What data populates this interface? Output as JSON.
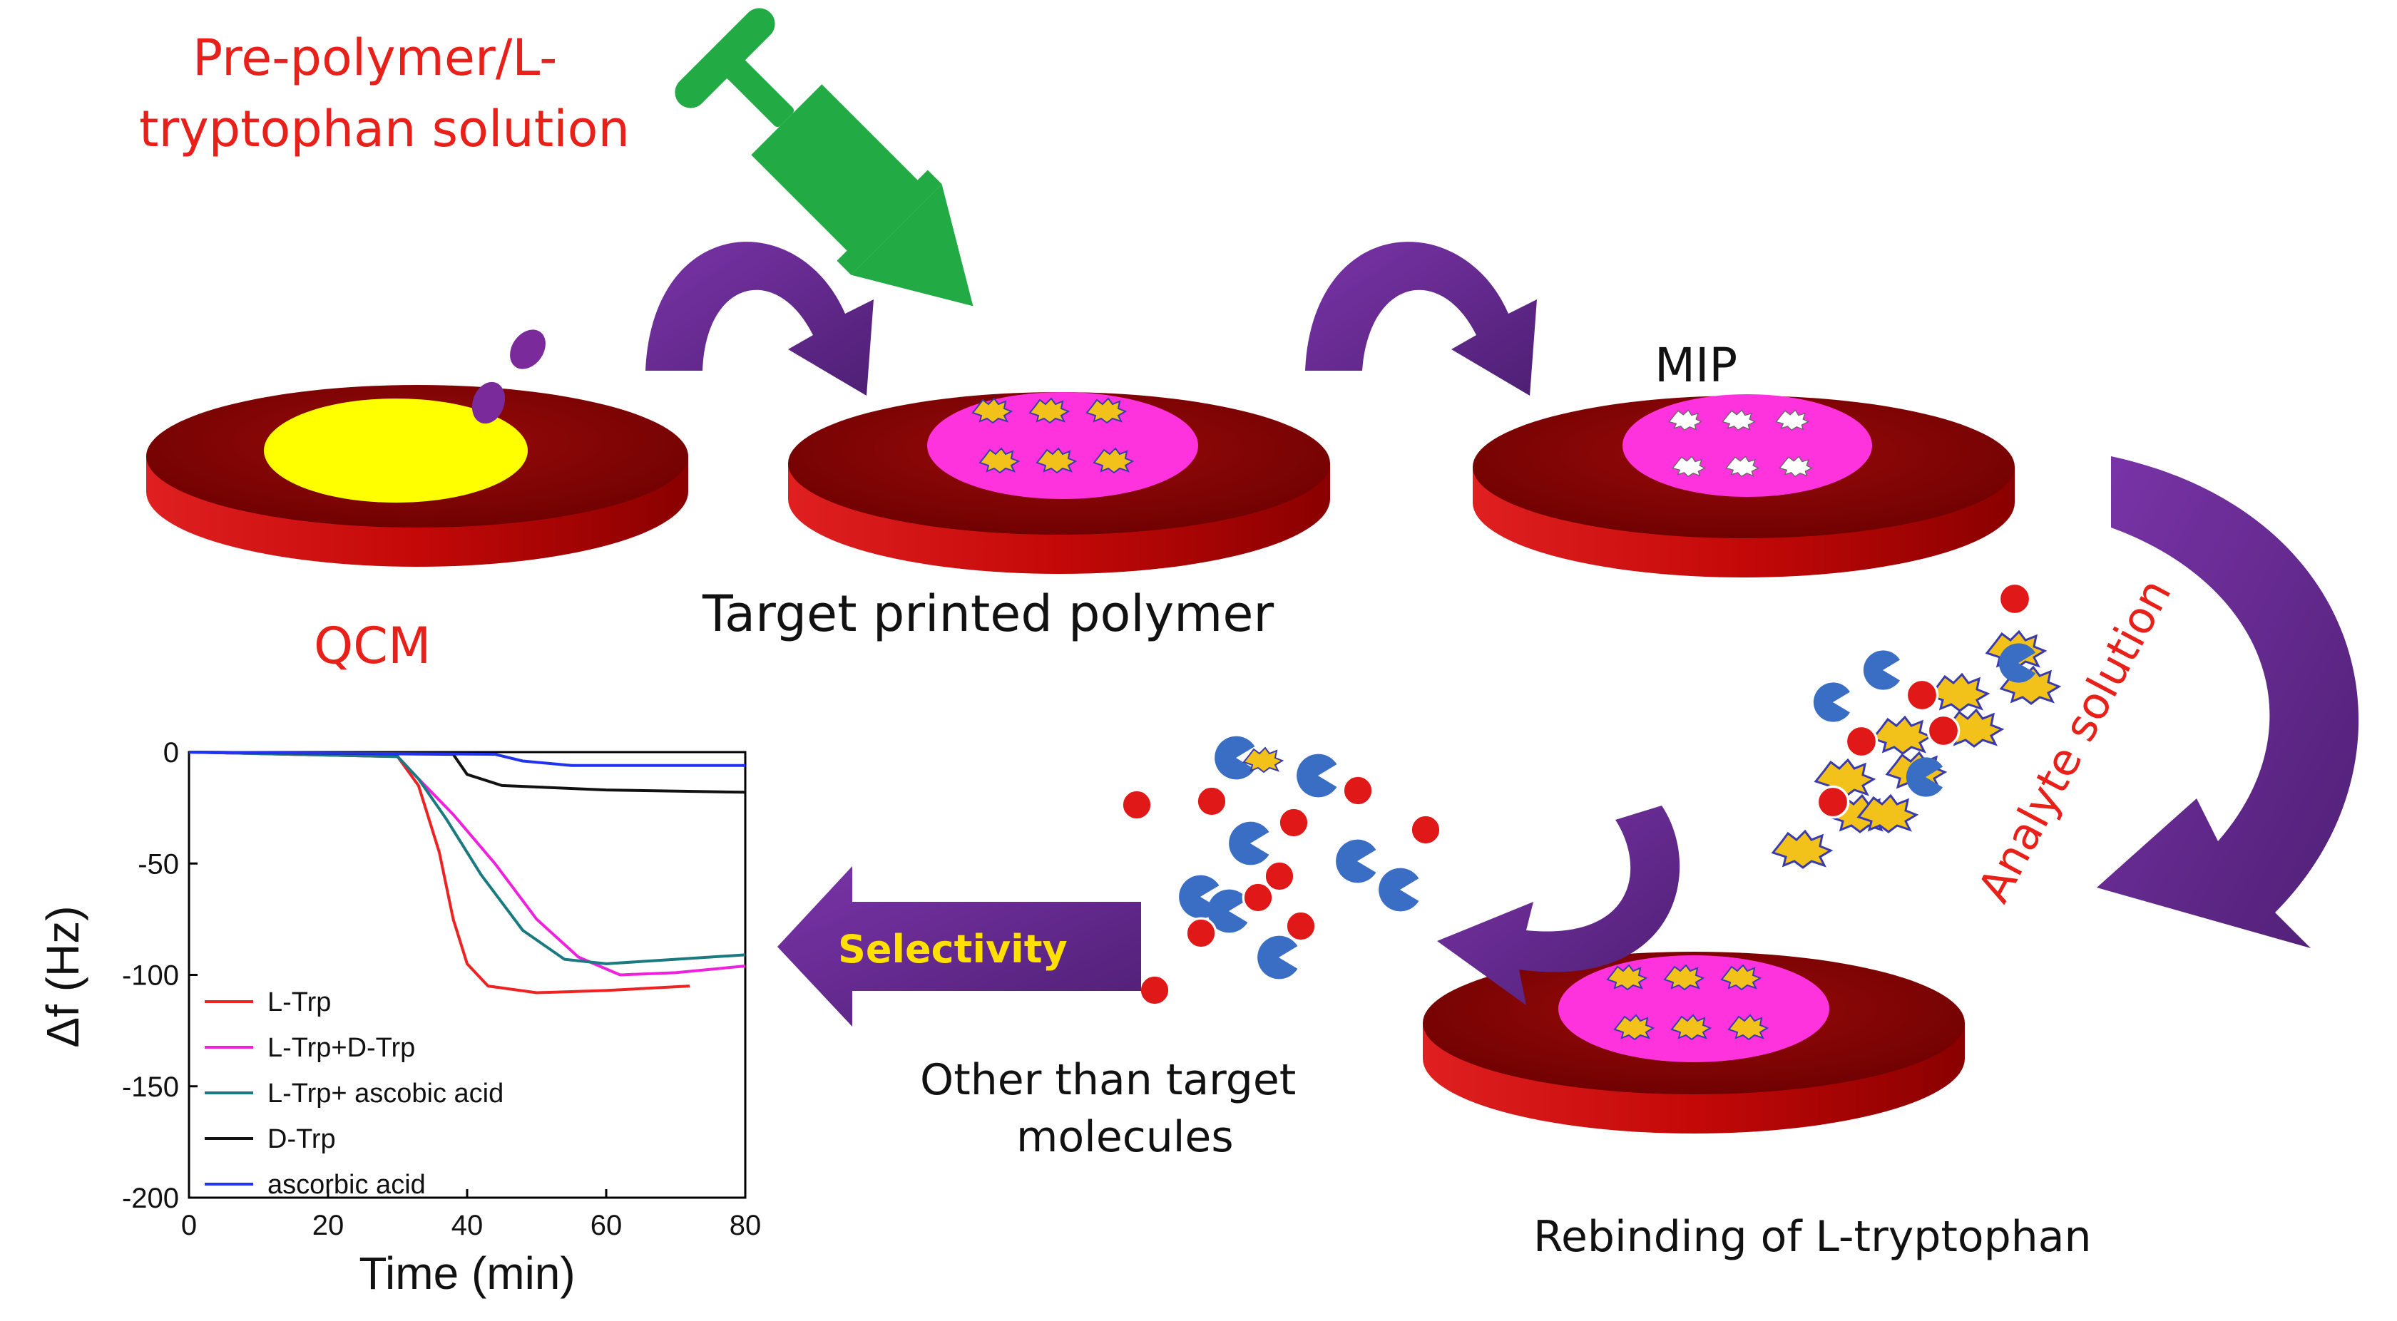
{
  "labels": {
    "prepolymer_line1": "Pre-polymer/L-",
    "prepolymer_line2": "tryptophan solution",
    "qcm": "QCM",
    "target_printed": "Target printed polymer",
    "mip": "MIP",
    "analyte": "Analyte solution",
    "rebinding": "Rebinding of L-tryptophan",
    "other_line1": "Other than target",
    "other_line2": "molecules",
    "selectivity": "Selectivity"
  },
  "colors": {
    "disk": "#8b0000",
    "gold_film": "#ffff00",
    "mip_film": "#ff33dd",
    "arrow": "#6a2c91",
    "syringe": "#22aa44",
    "label_red": "#e8201a"
  },
  "icons": [
    "syringe-icon",
    "curved-arrow-icon",
    "template-molecule-icon",
    "cavity-icon",
    "interferent-molecule-icon"
  ],
  "chart_data": {
    "type": "line",
    "xlabel": "Time (min)",
    "ylabel": "Δf (Hz)",
    "xlim": [
      0,
      80
    ],
    "ylim": [
      -200,
      0
    ],
    "xticks": [
      0,
      20,
      40,
      60,
      80
    ],
    "yticks": [
      0,
      -50,
      -100,
      -150,
      -200
    ],
    "legend_position": "bottom-left",
    "series": [
      {
        "name": "L-Trp",
        "color": "#ee2222",
        "points": [
          [
            0,
            0
          ],
          [
            30,
            -2
          ],
          [
            33,
            -15
          ],
          [
            36,
            -45
          ],
          [
            38,
            -75
          ],
          [
            40,
            -95
          ],
          [
            43,
            -105
          ],
          [
            50,
            -108
          ],
          [
            60,
            -107
          ],
          [
            72,
            -105
          ]
        ]
      },
      {
        "name": "L-Trp+D-Trp",
        "color": "#ee22dd",
        "points": [
          [
            0,
            0
          ],
          [
            30,
            -2
          ],
          [
            33,
            -12
          ],
          [
            38,
            -28
          ],
          [
            44,
            -50
          ],
          [
            50,
            -75
          ],
          [
            56,
            -92
          ],
          [
            62,
            -100
          ],
          [
            70,
            -99
          ],
          [
            80,
            -96
          ]
        ]
      },
      {
        "name": "L-Trp+ ascobic acid",
        "color": "#1a7a80",
        "points": [
          [
            0,
            0
          ],
          [
            30,
            -2
          ],
          [
            33,
            -12
          ],
          [
            37,
            -30
          ],
          [
            42,
            -55
          ],
          [
            48,
            -80
          ],
          [
            54,
            -93
          ],
          [
            60,
            -95
          ],
          [
            70,
            -93
          ],
          [
            80,
            -91
          ]
        ]
      },
      {
        "name": "D-Trp",
        "color": "#111111",
        "points": [
          [
            0,
            0
          ],
          [
            38,
            -1
          ],
          [
            40,
            -10
          ],
          [
            45,
            -15
          ],
          [
            60,
            -17
          ],
          [
            80,
            -18
          ]
        ]
      },
      {
        "name": "ascorbic acid",
        "color": "#2233ee",
        "points": [
          [
            0,
            0
          ],
          [
            44,
            -1
          ],
          [
            48,
            -4
          ],
          [
            55,
            -6
          ],
          [
            65,
            -6
          ],
          [
            80,
            -6
          ]
        ]
      }
    ]
  }
}
